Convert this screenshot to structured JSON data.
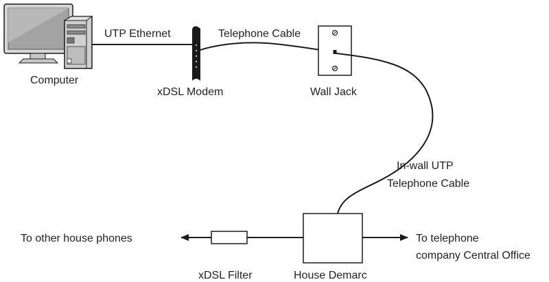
{
  "labels": {
    "computer": "Computer",
    "utp_ethernet": "UTP Ethernet",
    "telephone_cable": "Telephone Cable",
    "xdsl_modem": "xDSL Modem",
    "wall_jack": "Wall Jack",
    "inwall_line1": "In-wall UTP",
    "inwall_line2": "Telephone Cable",
    "to_other_phones": "To other house phones",
    "to_co_line1": "To telephone",
    "to_co_line2": "company Central Office",
    "xdsl_filter": "xDSL Filter",
    "house_demarc": "House Demarc"
  },
  "colors": {
    "line": "#1a1a1a",
    "text": "#222222",
    "monitor_frame": "#cfcfcf",
    "screen": "#9a9a9a",
    "modem": "#1a1a1a"
  }
}
